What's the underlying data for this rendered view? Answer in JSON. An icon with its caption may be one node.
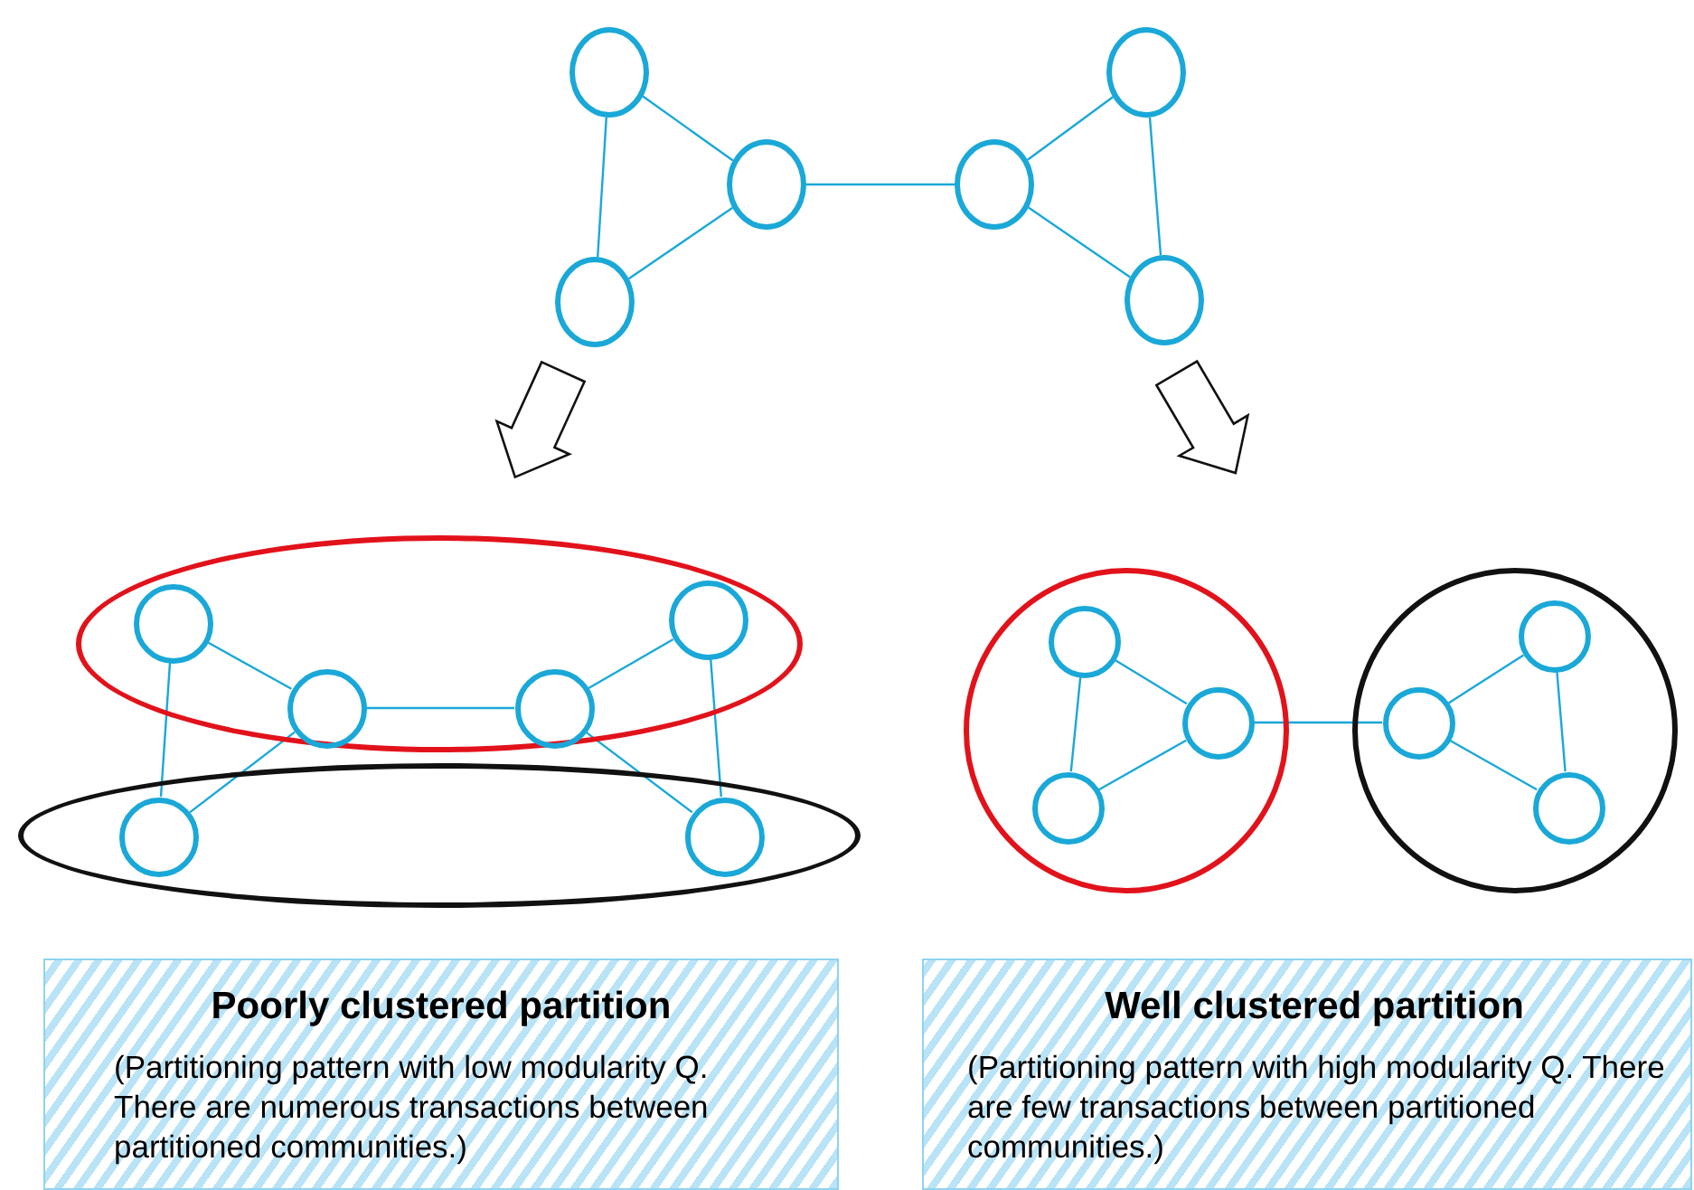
{
  "diagram": {
    "nodes": [
      {
        "text": [],
        "shape": "ellipse"
      },
      {
        "text": [],
        "shape": "ellipse"
      },
      {
        "text": [],
        "shape": "ellipse"
      },
      {
        "text": [],
        "shape": "ellipse"
      },
      {
        "text": [],
        "shape": "ellipse"
      },
      {
        "text": [],
        "shape": "ellipse"
      },
      {
        "text": [],
        "shape": "ellipse"
      },
      {
        "text": [],
        "shape": "ellipse"
      },
      {
        "text": [],
        "shape": "circle",
        "in": 6
      },
      {
        "text": [],
        "shape": "circle",
        "in": 6
      },
      {
        "text": [],
        "shape": "circle",
        "in": 6
      },
      {
        "text": [],
        "shape": "circle",
        "in": 6
      },
      {
        "text": [],
        "shape": "circle",
        "in": 7
      },
      {
        "text": [],
        "shape": "circle",
        "in": 7
      },
      {
        "text": [],
        "shape": "circle"
      },
      {
        "text": [],
        "shape": "circle"
      },
      {
        "text": [],
        "shape": "circle",
        "in": 14
      },
      {
        "text": [],
        "shape": "circle",
        "in": 15
      },
      {
        "text": [],
        "shape": "circle",
        "in": 14
      },
      {
        "text": [],
        "shape": "circle",
        "in": 15
      },
      {
        "text": [],
        "shape": "circle",
        "in": 14
      },
      {
        "text": [],
        "shape": "circle",
        "in": 15
      },
      {
        "text": [
          "Poorly clustered partition",
          "(Partitioning pattern with low modularity Q. There are numerous transactions between partitioned communities.)"
        ]
      },
      {
        "text": [
          "Well clustered partition",
          "(Partitioning pattern with high modularity Q. There are few transactions between partitioned communities.)"
        ]
      }
    ],
    "edges": [
      {
        "from": 0,
        "to": 2,
        "arrow": "none"
      },
      {
        "from": 0,
        "to": 4,
        "arrow": "none"
      },
      {
        "from": 2,
        "to": 4,
        "arrow": "none"
      },
      {
        "from": 2,
        "to": 3,
        "arrow": "none"
      },
      {
        "from": 3,
        "to": 1,
        "arrow": "none"
      },
      {
        "from": 3,
        "to": 5,
        "arrow": "none"
      },
      {
        "from": 1,
        "to": 5,
        "arrow": "none"
      },
      {
        "from": 8,
        "to": 10,
        "arrow": "none"
      },
      {
        "from": 8,
        "to": 12,
        "arrow": "none"
      },
      {
        "from": 10,
        "to": 12,
        "arrow": "none"
      },
      {
        "from": 10,
        "to": 11,
        "arrow": "none"
      },
      {
        "from": 11,
        "to": 9,
        "arrow": "none"
      },
      {
        "from": 9,
        "to": 13,
        "arrow": "none"
      },
      {
        "from": 11,
        "to": 13,
        "arrow": "none"
      },
      {
        "from": 16,
        "to": 18,
        "arrow": "none"
      },
      {
        "from": 16,
        "to": 20,
        "arrow": "none"
      },
      {
        "from": 18,
        "to": 20,
        "arrow": "none"
      },
      {
        "from": 18,
        "to": 19,
        "arrow": "none"
      },
      {
        "from": 19,
        "to": 17,
        "arrow": "none"
      },
      {
        "from": 19,
        "to": 21,
        "arrow": "none"
      },
      {
        "from": 17,
        "to": 21,
        "arrow": "none"
      },
      {
        "from": 4,
        "to": 6,
        "arrow": "to",
        "style": "thick",
        "color": "#111111"
      },
      {
        "from": 5,
        "to": 14,
        "arrow": "to",
        "style": "thick",
        "color": "#111111"
      }
    ]
  }
}
